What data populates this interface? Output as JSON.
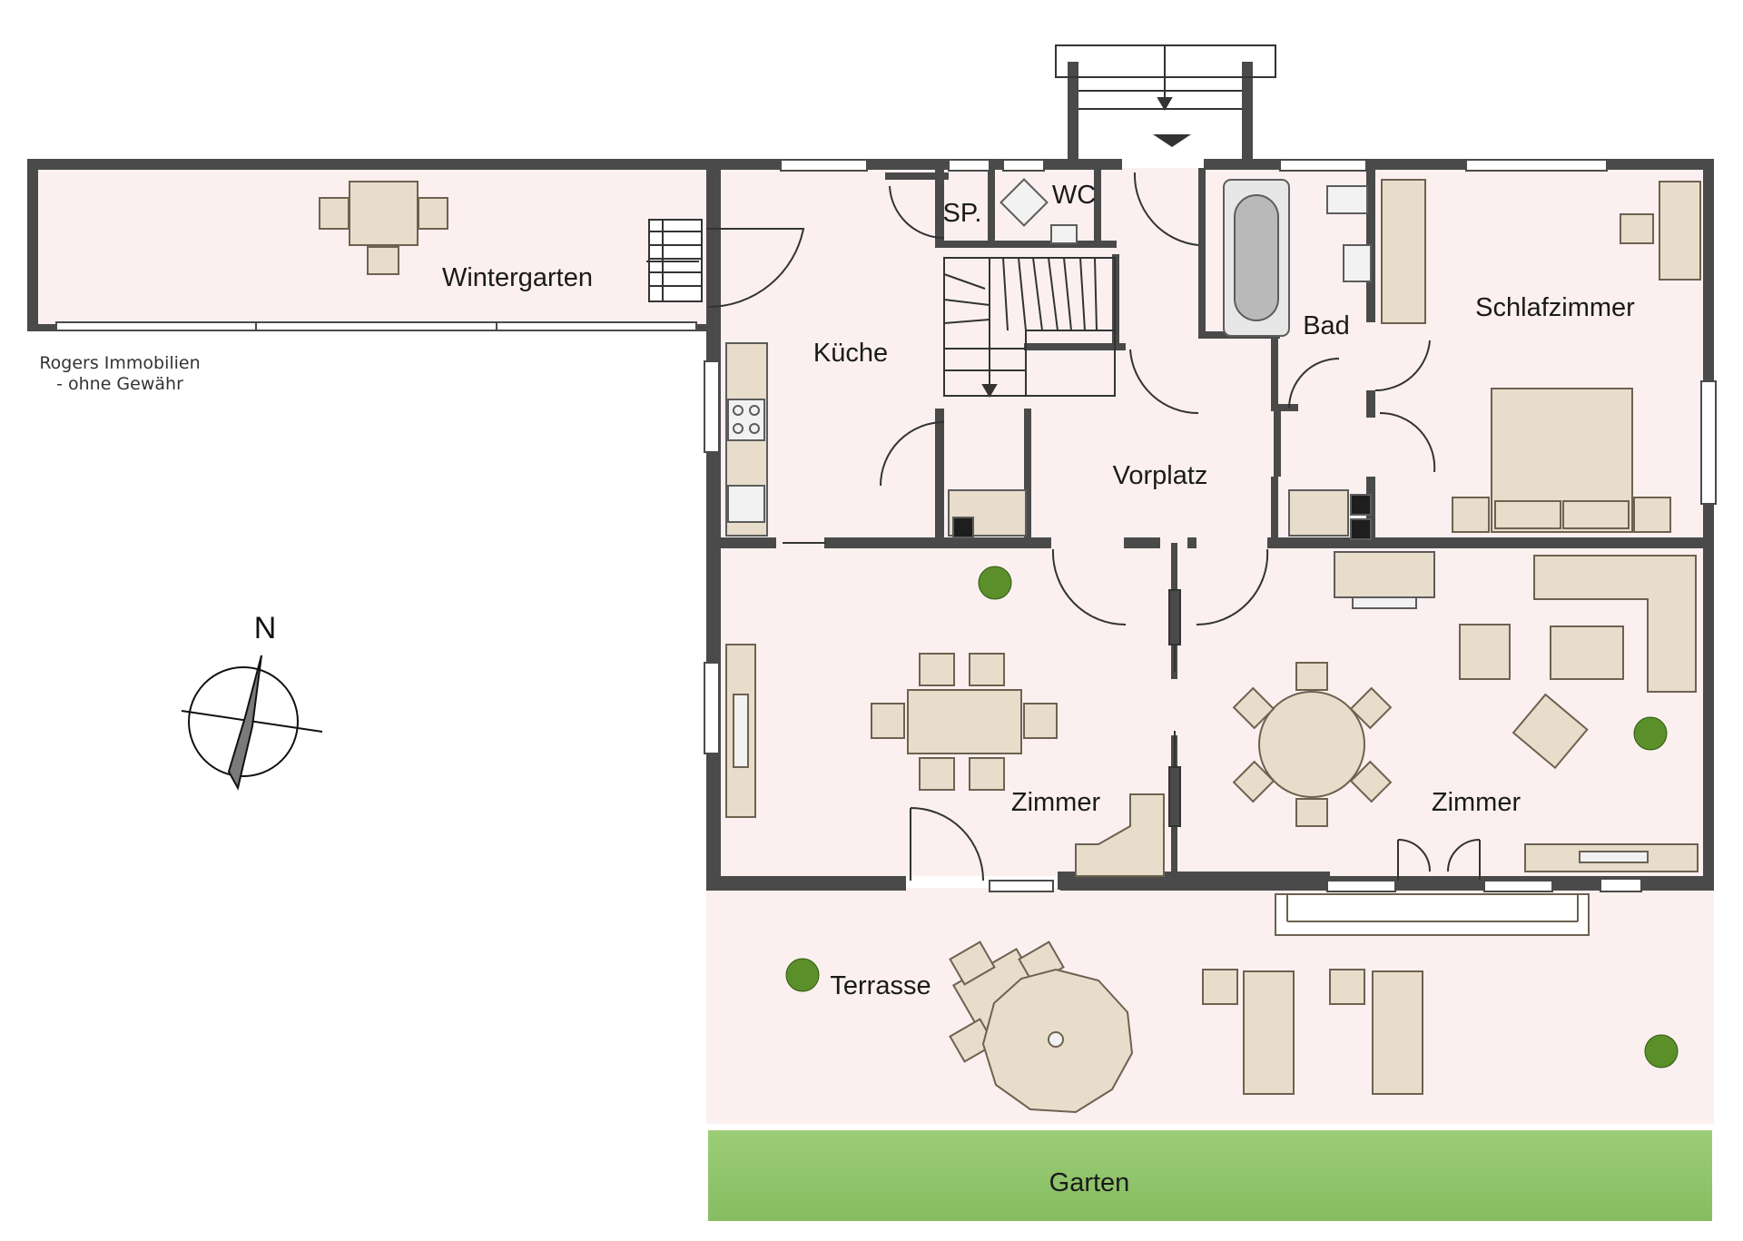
{
  "rooms": {
    "wintergarten": "Wintergarten",
    "kueche": "Küche",
    "speisekammer": "SP.",
    "wc": "WC",
    "bad": "Bad",
    "schlafzimmer": "Schlafzimmer",
    "vorplatz": "Vorplatz",
    "zimmer_west": "Zimmer",
    "zimmer_ost": "Zimmer",
    "terrasse": "Terrasse",
    "garten": "Garten"
  },
  "disclaimer": {
    "line1": "Rogers Immobilien",
    "line2": "- ohne Gewähr"
  },
  "compass": {
    "north_label": "N"
  },
  "colors": {
    "wall": "#4a4a4a",
    "floor": "#fbf0ef",
    "furniture": "#e8dccb",
    "furniture_stroke": "#6d6150",
    "garden": "#8fc46c",
    "plant": "#5a8f2a"
  }
}
